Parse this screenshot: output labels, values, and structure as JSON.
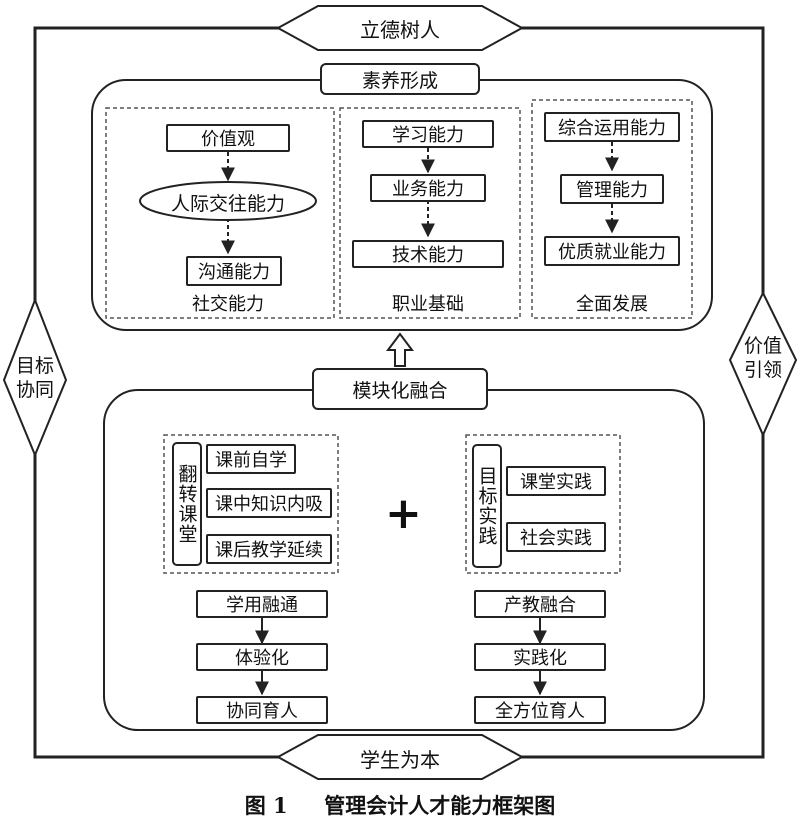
{
  "top_banner": "立德树人",
  "bottom_banner": "学生为本",
  "left_diamond": "目标\n协同",
  "right_diamond": "价值\n引领",
  "upper_section": {
    "title": "素养形成",
    "col1": {
      "items": [
        "价值观",
        "人际交往能力",
        "沟通能力"
      ],
      "label": "社交能力"
    },
    "col2": {
      "items": [
        "学习能力",
        "业务能力",
        "技术能力"
      ],
      "label": "职业基础"
    },
    "col3": {
      "items": [
        "综合运用能力",
        "管理能力",
        "优质就业能力"
      ],
      "label": "全面发展"
    }
  },
  "lower_section": {
    "title": "模块化融合",
    "left_group": {
      "vertical_label": "翻转课堂",
      "items": [
        "课前自学",
        "课中知识内吸",
        "课后教学延续"
      ]
    },
    "plus": "+",
    "right_group": {
      "vertical_label": "目标实践",
      "items": [
        "课堂实践",
        "社会实践"
      ]
    },
    "left_flow": [
      "学用融通",
      "体验化",
      "协同育人"
    ],
    "right_flow": [
      "产教融合",
      "实践化",
      "全方位育人"
    ]
  },
  "caption": {
    "figure_no": "图 1",
    "title": "管理会计人才能力框架图"
  }
}
